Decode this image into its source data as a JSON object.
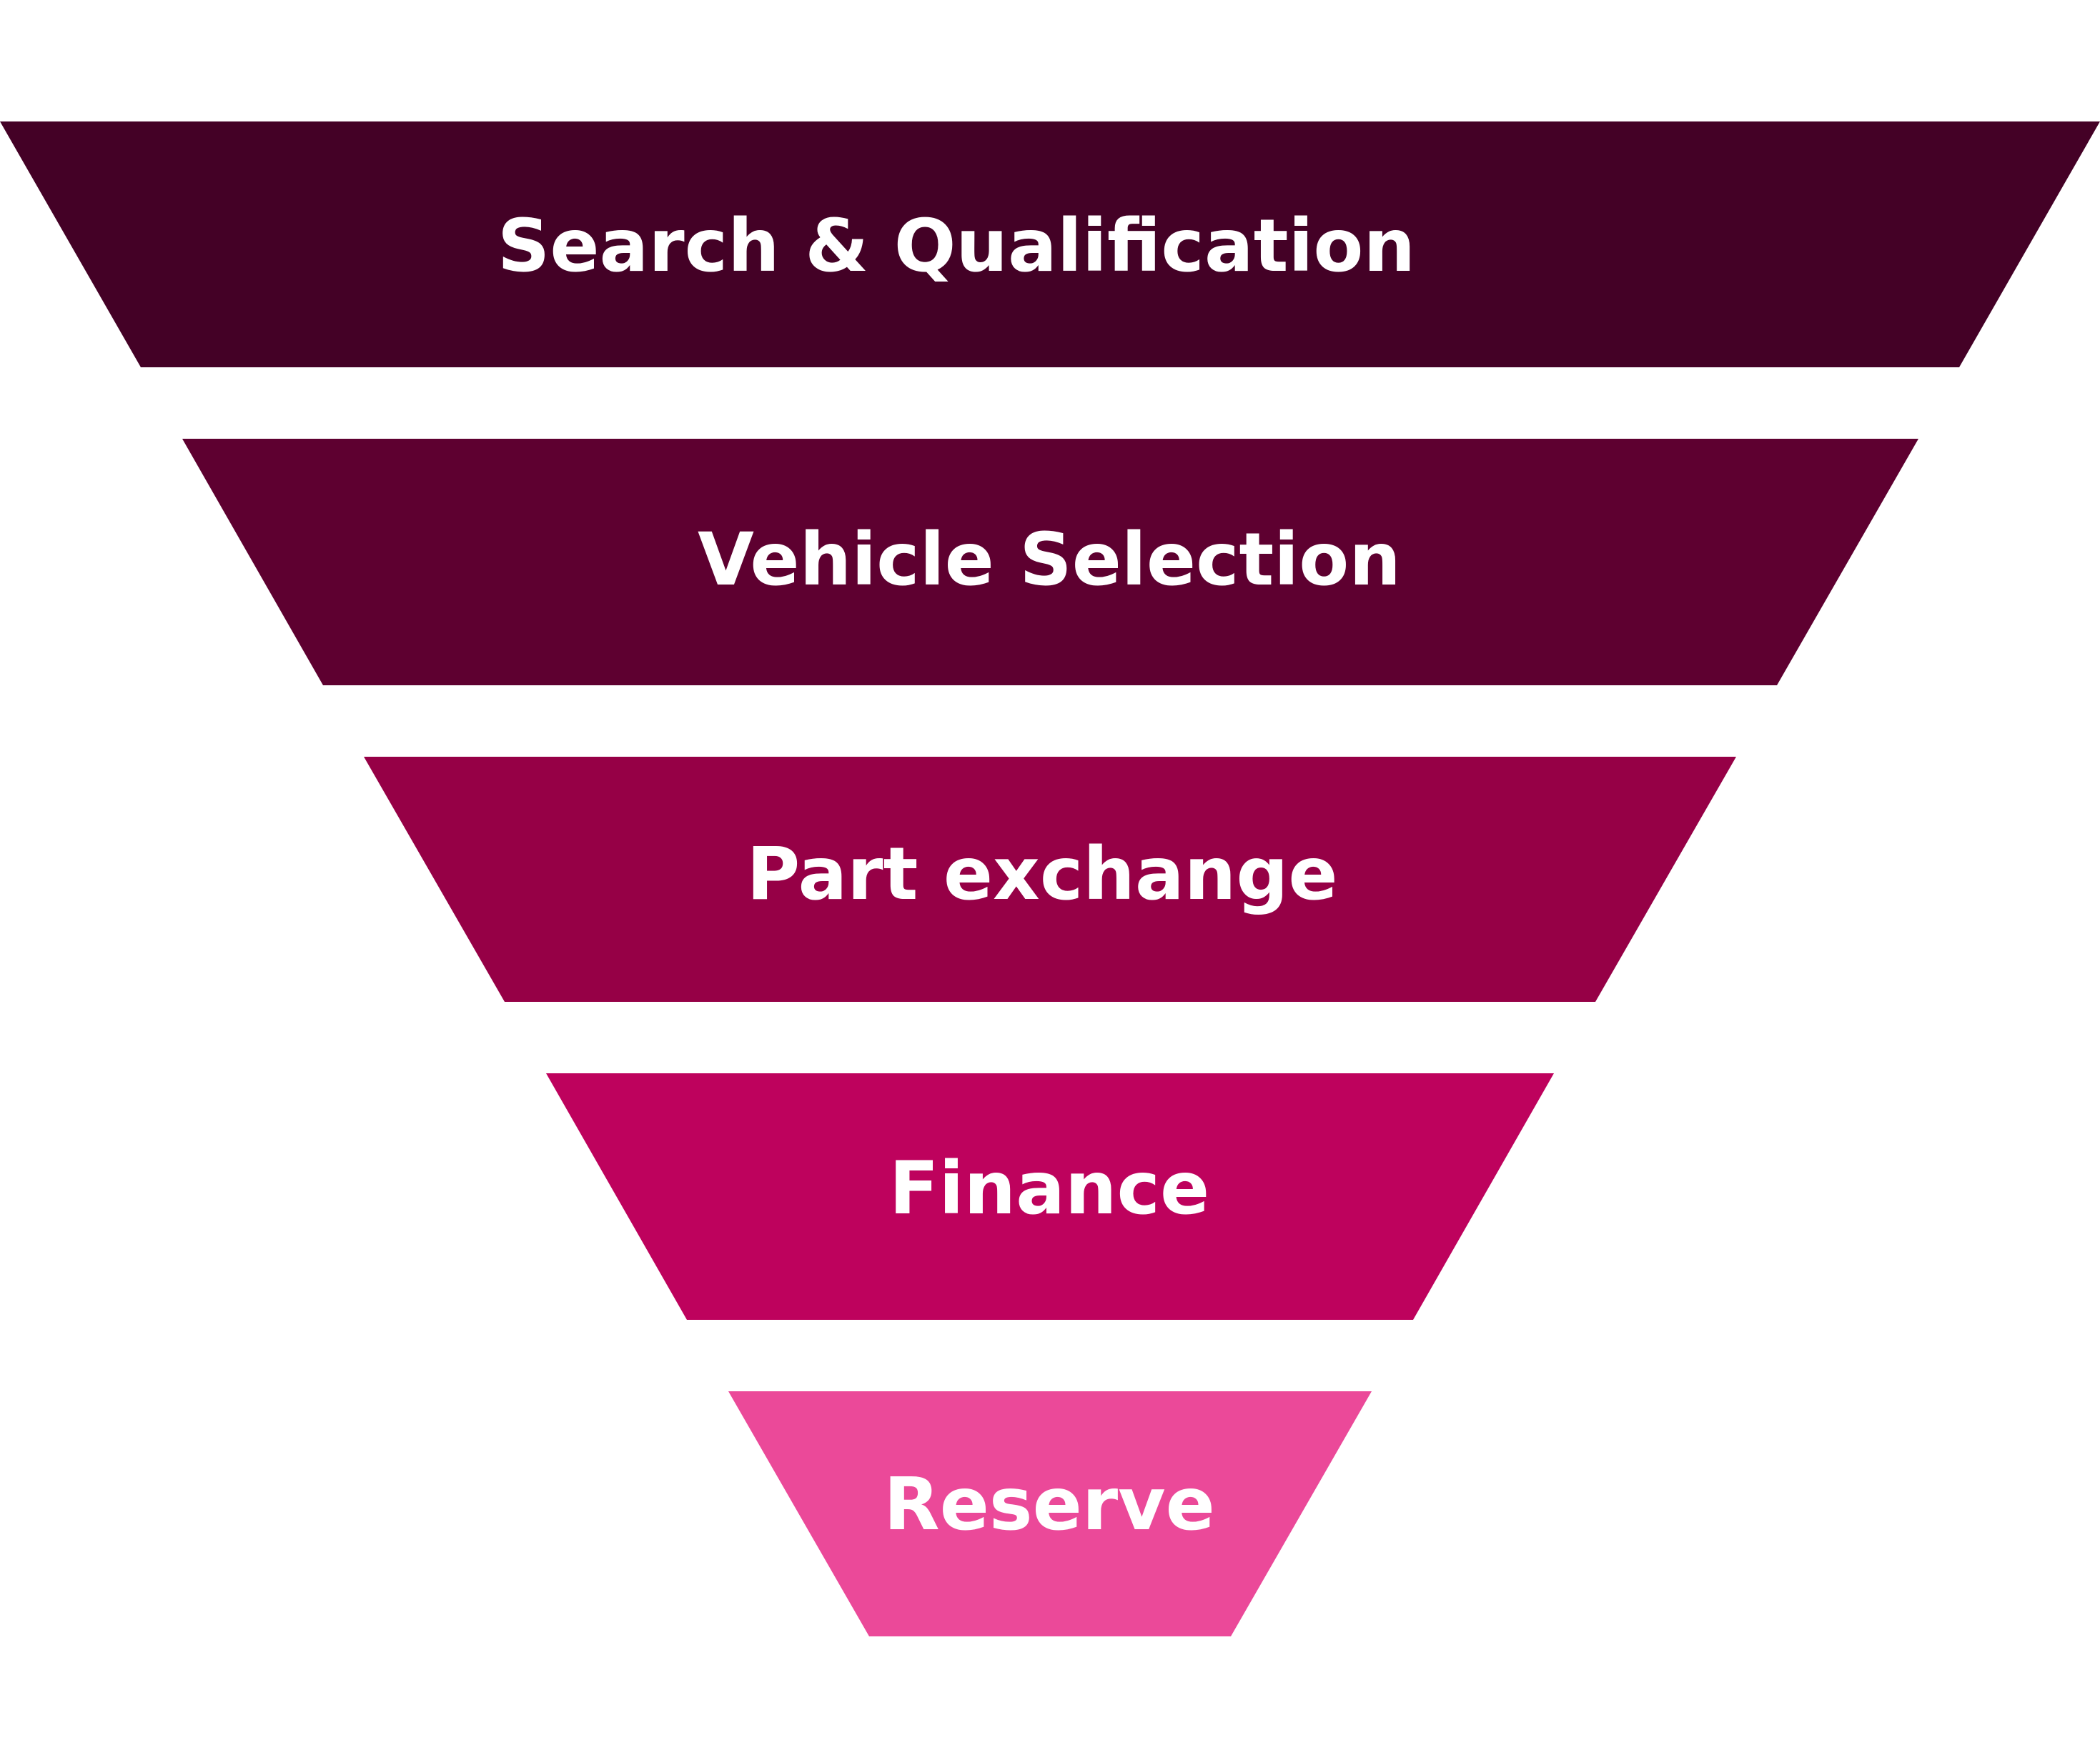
{
  "funnel": {
    "stages": [
      {
        "label": "Search & Qualification",
        "color": "#440126"
      },
      {
        "label": "Vehicle Selection",
        "color": "#5E0030"
      },
      {
        "label": "Part exchange",
        "color": "#960046"
      },
      {
        "label": "Finance",
        "color": "#BE025D"
      },
      {
        "label": "Reserve",
        "color": "#EB4999"
      }
    ]
  }
}
